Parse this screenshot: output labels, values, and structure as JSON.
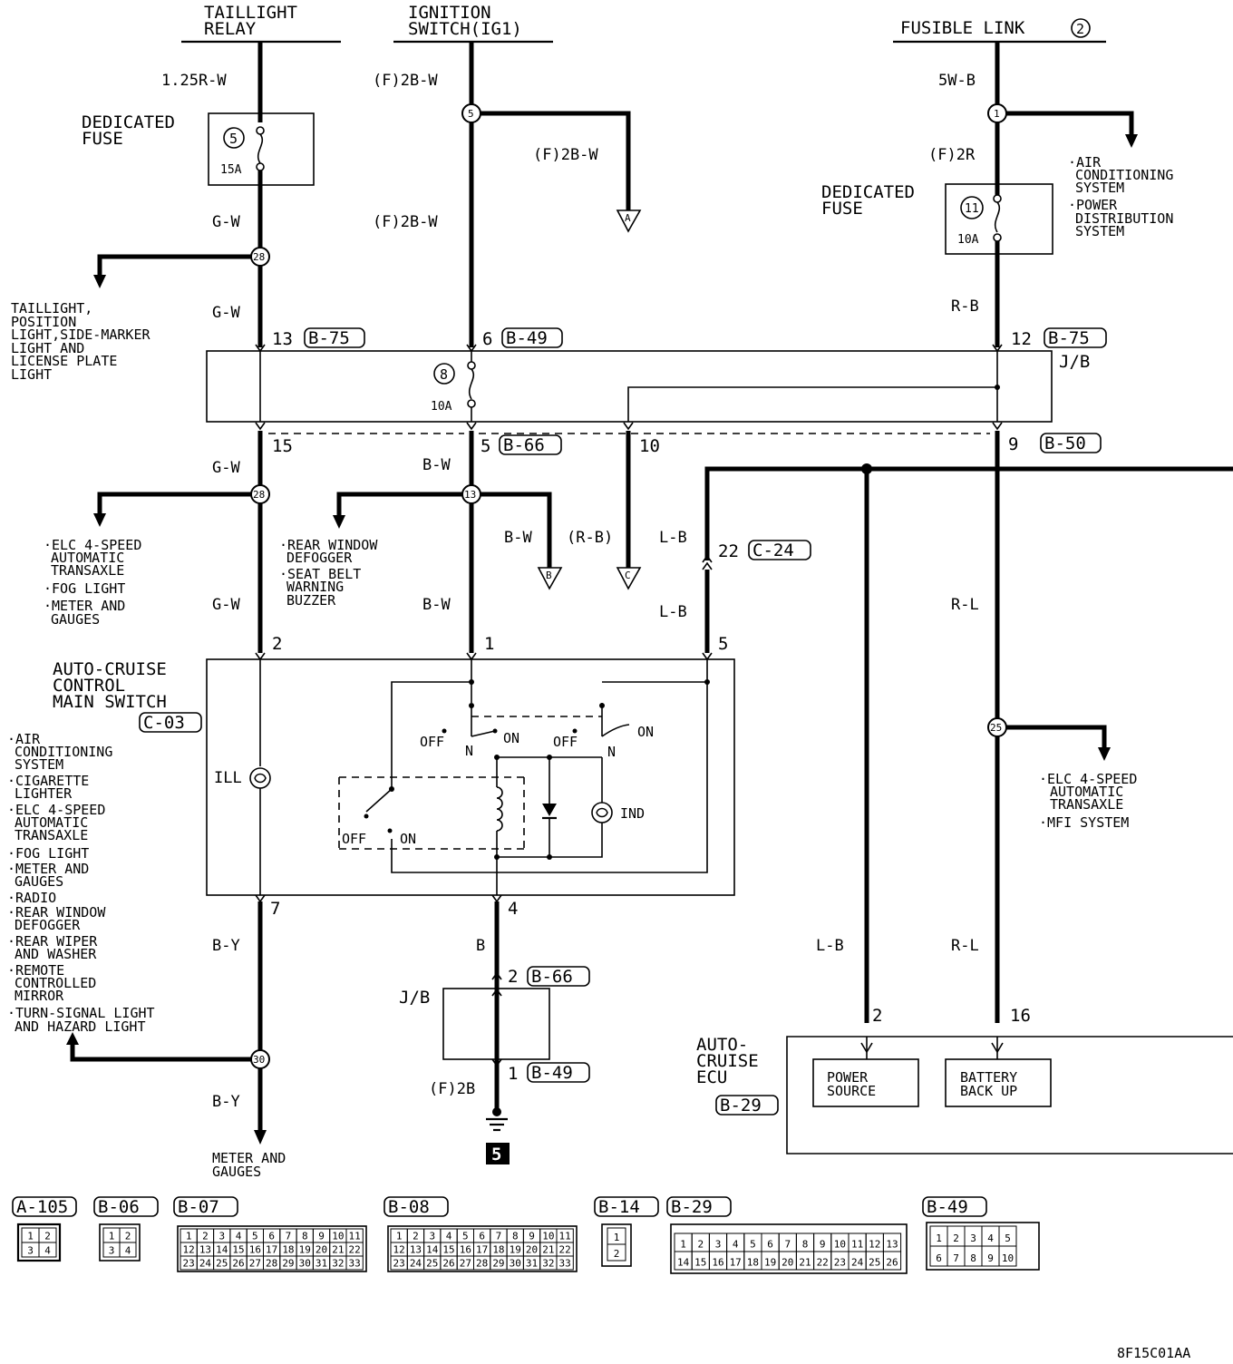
{
  "header": {
    "taillight_relay": [
      "TAILLIGHT",
      "RELAY"
    ],
    "ignition_switch": [
      "IGNITION",
      "SWITCH(IG1)"
    ],
    "fusible_link": "FUSIBLE LINK",
    "fusible_link_num": "2"
  },
  "wires": {
    "w_125rw": "1.25R-W",
    "w_f2bw_1": "(F)2B-W",
    "w_f2bw_2": "(F)2B-W",
    "w_f2bw_3": "(F)2B-W",
    "w_5wb": "5W-B",
    "w_f2r": "(F)2R",
    "w_gw_1": "G-W",
    "w_gw_2": "G-W",
    "w_gw_3": "G-W",
    "w_gw_4": "G-W",
    "w_rb_1": "R-B",
    "w_bw_1": "B-W",
    "w_bw_2": "B-W",
    "w_bw_3": "B-W",
    "w_rb_2": "(R-B)",
    "w_lb_1": "L-B",
    "w_lb_2": "L-B",
    "w_lb_3": "L-B",
    "w_rl_1": "R-L",
    "w_rl_2": "R-L",
    "w_by_1": "B-Y",
    "w_by_2": "B-Y",
    "w_b": "B",
    "w_f2b": "(F)2B"
  },
  "fuses": {
    "dedicated_fuse_left": [
      "DEDICATED",
      "FUSE"
    ],
    "dedicated_fuse_right": [
      "DEDICATED",
      "FUSE"
    ],
    "f5_num": "5",
    "f5_amp": "15A",
    "f11_num": "11",
    "f11_amp": "10A",
    "f8_num": "8",
    "f8_amp": "10A"
  },
  "splices": {
    "s28a": "28",
    "s28b": "28",
    "s5": "5",
    "s1": "1",
    "s13": "13",
    "s25": "25",
    "s30": "30"
  },
  "connectors": {
    "c13": "13",
    "c13_ref": "B-75",
    "c6": "6",
    "c6_ref": "B-49",
    "c12": "12",
    "c12_ref": "B-75",
    "jb": "J/B",
    "c15": "15",
    "c5": "5",
    "c5_ref": "B-66",
    "c10": "10",
    "c9": "9",
    "c9_ref": "B-50",
    "c22": "22",
    "c22_ref": "C-24",
    "p2": "2",
    "p1": "1",
    "p5": "5",
    "p7": "7",
    "p4": "4",
    "c2": "2",
    "c2_ref": "B-66",
    "c1": "1",
    "c1_ref": "B-49",
    "jb2": "J/B",
    "e2": "2",
    "e16": "16"
  },
  "arrows": {
    "a": "A",
    "b": "B",
    "c": "C"
  },
  "notes": {
    "air_cond": [
      "·AIR",
      "CONDITIONING",
      "SYSTEM",
      "·POWER",
      "DISTRIBUTION",
      "SYSTEM"
    ],
    "taillight": [
      "TAILLIGHT,",
      "POSITION",
      "LIGHT,SIDE-MARKER",
      "LIGHT AND",
      "LICENSE PLATE",
      "LIGHT"
    ],
    "elc_left": [
      "·ELC 4-SPEED",
      "AUTOMATIC",
      "TRANSAXLE",
      "·FOG LIGHT",
      "·METER AND",
      "GAUGES"
    ],
    "rear_window": [
      "·REAR WINDOW",
      "DEFOGGER",
      "·SEAT BELT",
      "WARNING",
      "BUZZER"
    ],
    "elc_right": [
      "·ELC 4-SPEED",
      "AUTOMATIC",
      "TRANSAXLE",
      "·MFI SYSTEM"
    ],
    "ill_list": [
      "·AIR",
      "CONDITIONING",
      "SYSTEM",
      "·CIGARETTE",
      "LIGHTER",
      "·ELC 4-SPEED",
      "AUTOMATIC",
      "TRANSAXLE",
      "·FOG LIGHT",
      "·METER AND",
      "GAUGES",
      "·RADIO",
      "·REAR WINDOW",
      "DEFOGGER",
      "·REAR WIPER",
      "AND WASHER",
      "·REMOTE",
      "CONTROLLED",
      "MIRROR",
      "·TURN-SIGNAL LIGHT",
      "AND HAZARD LIGHT"
    ],
    "meter": [
      "METER AND",
      "GAUGES"
    ]
  },
  "switch": {
    "title": [
      "AUTO-CRUISE",
      "CONTROL",
      "MAIN SWITCH"
    ],
    "ref": "C-03",
    "ill": "ILL",
    "off1": "OFF",
    "n1": "N",
    "on1": "ON",
    "off2": "OFF",
    "n2": "N",
    "on2": "ON",
    "off3": "OFF",
    "on3": "ON",
    "ind": "IND"
  },
  "ecu": {
    "title": [
      "AUTO-",
      "CRUISE",
      "ECU"
    ],
    "ref": "B-29",
    "power": [
      "POWER",
      "SOURCE"
    ],
    "battery": [
      "BATTERY",
      "BACK UP"
    ]
  },
  "ground": "5",
  "connector_views": {
    "a105": "A-105",
    "b06": "B-06",
    "b07": "B-07",
    "b08": "B-08",
    "b14": "B-14",
    "b29": "B-29",
    "b49": "B-49",
    "a105_pins": [
      "1",
      "2",
      "3",
      "4"
    ],
    "b06_pins": [
      "1",
      "2",
      "3",
      "4"
    ],
    "b07_pins": [
      "1",
      "2",
      "3",
      "4",
      "5",
      "6",
      "7",
      "8",
      "9",
      "10",
      "11",
      "12",
      "13",
      "14",
      "15",
      "16",
      "17",
      "18",
      "19",
      "20",
      "21",
      "22",
      "23",
      "24",
      "25",
      "26",
      "27",
      "28",
      "29",
      "30",
      "31",
      "32",
      "33"
    ],
    "b08_pins": [
      "1",
      "2",
      "3",
      "4",
      "5",
      "6",
      "7",
      "8",
      "9",
      "10",
      "11",
      "12",
      "13",
      "14",
      "15",
      "16",
      "17",
      "18",
      "19",
      "20",
      "21",
      "22",
      "23",
      "24",
      "25",
      "26",
      "27",
      "28",
      "29",
      "30",
      "31",
      "32",
      "33"
    ],
    "b14_pins": [
      "1",
      "2"
    ],
    "b29_pins": [
      "1",
      "2",
      "3",
      "4",
      "5",
      "6",
      "7",
      "8",
      "9",
      "10",
      "11",
      "12",
      "13",
      "14",
      "15",
      "16",
      "17",
      "18",
      "19",
      "20",
      "21",
      "22",
      "23",
      "24",
      "25",
      "26"
    ],
    "b49_pins": [
      "1",
      "2",
      "3",
      "4",
      "5",
      "6",
      "7",
      "8",
      "9",
      "10"
    ]
  },
  "code": "8F15C01AA"
}
